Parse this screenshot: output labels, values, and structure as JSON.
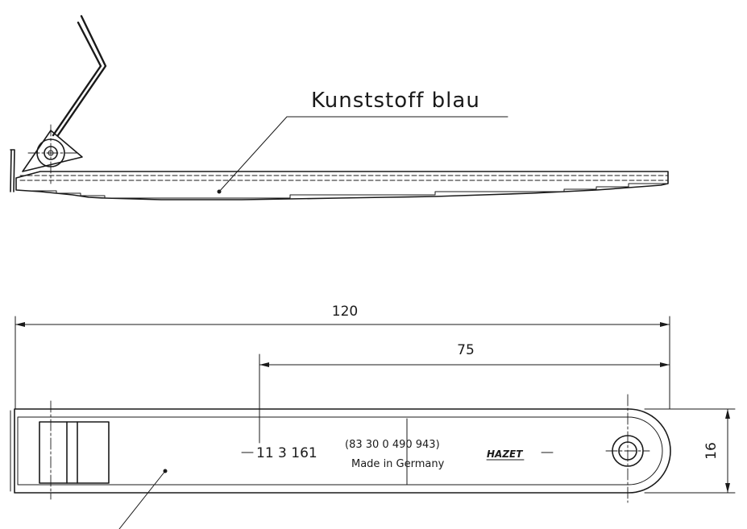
{
  "annotations": {
    "material_label": "Kunststoff blau"
  },
  "dimensions": {
    "overall_length": "120",
    "hole_distance": "75",
    "width": "16"
  },
  "part_marking": {
    "article_number": "11 3 161",
    "code": "(83 30 0 490 943)",
    "origin": "Made in Germany",
    "brand": "HAZET"
  }
}
